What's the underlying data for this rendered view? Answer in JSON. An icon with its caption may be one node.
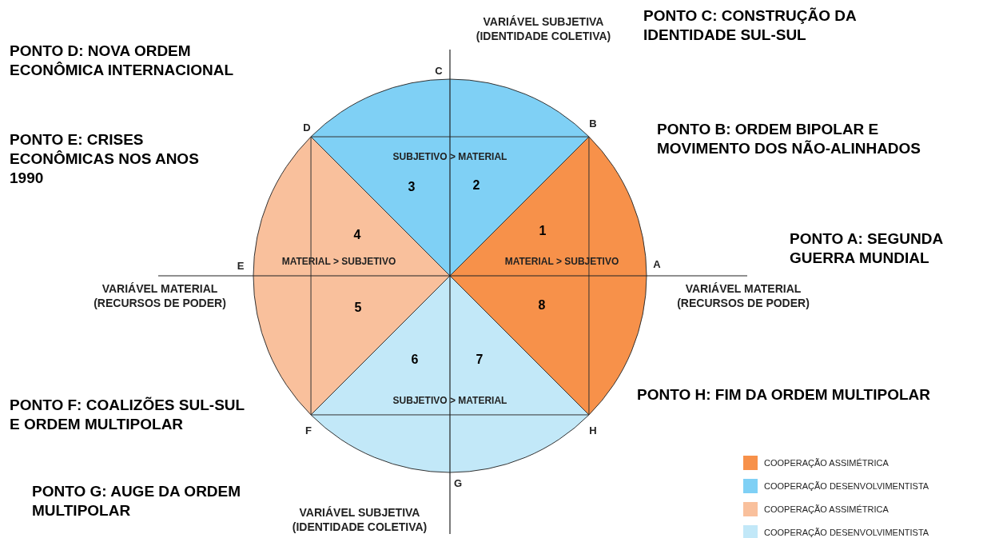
{
  "diagram": {
    "labels": [
      "PONTO C: CONSTRUÇÃO DA IDENTIDADE SUL-SUL",
      "PONTO D: NOVA ORDEM ECONÔMICA INTERNACIONAL",
      "VARIÁVEL SUBJETIVA (IDENTIDADE COLETIVA)",
      "C",
      "PONTO E: CRISES ECONÔMICAS NOS ANOS 1990",
      "D",
      "B",
      "PONTO B: ORDEM BIPOLAR E MOVIMENTO DOS NÃO-ALINHADOS",
      "SUBJETIVO > MATERIAL",
      "3",
      "2",
      "1",
      "4",
      "PONTO A: SEGUNDA GUERRA MUNDIAL",
      "E",
      "MATERIAL > SUBJETIVO",
      "MATERIAL > SUBJETIVO",
      "A",
      "VARIÁVEL MATERIAL (RECURSOS DE PODER)",
      "VARIÁVEL MATERIAL (RECURSOS DE PODER)",
      "5",
      "8",
      "6",
      "7",
      "SUBJETIVO > MATERIAL",
      "PONTO H: FIM DA ORDEM MULTIPOLAR",
      "PONTO F: COALIZÕES SUL-SUL E ORDEM MULTIPOLAR",
      "F",
      "H",
      "G",
      "PONTO G: AUGE DA ORDEM MULTIPOLAR",
      "VARIÁVEL SUBJETIVA (IDENTIDADE COLETIVA)"
    ],
    "legend": [
      {
        "text": "COOPERAÇÃO ASSIMÉTRICA",
        "color": "#f7914a"
      },
      {
        "text": "COOPERAÇÃO DESENVOLVIMENTISTA",
        "color": "#7fd0f5"
      },
      {
        "text": "COOPERAÇÃO ASSIMÉTRICA",
        "color": "#f9c09c"
      },
      {
        "text": "COOPERAÇÃO DESENVOLVIMENTISTA",
        "color": "#c2e8f8"
      }
    ]
  }
}
